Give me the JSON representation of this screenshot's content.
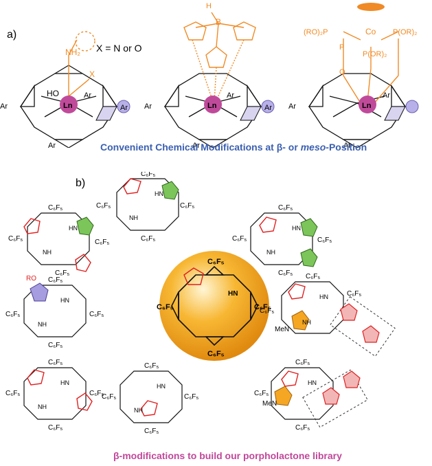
{
  "panel_a": {
    "label": "a)",
    "legend": "X = N or O",
    "caption_prefix": "Convenient Chemical Modifications at ",
    "caption_beta": "β",
    "caption_mid": "- or ",
    "caption_meso": "meso",
    "caption_suffix": "-Position",
    "structures": [
      {
        "metal": "Ln",
        "ar": "Ar",
        "ho": "HO",
        "x": "X",
        "nh2": "NH₂"
      },
      {
        "metal": "Ln",
        "ar": "Ar",
        "h": "H",
        "b": "B"
      },
      {
        "metal": "Ln",
        "ar": "Ar",
        "co": "Co",
        "p": "P",
        "por2": "P(OR)₂",
        "rop2": "(RO)₂P",
        "o": "O"
      }
    ]
  },
  "panel_b": {
    "label": "b)",
    "substituent": "C₆F₅",
    "nh": "HN",
    "nh2": "NH",
    "ro": "RO",
    "men": "MeN",
    "caption": "β-modifications to build our porpholactone library"
  },
  "colors": {
    "orange": "#f08a24",
    "red": "#e02020",
    "green": "#5aa83a",
    "purple": "#8a7fc8",
    "metal": "#c04a9a",
    "blue_caption": "#3a5fb0",
    "pink_caption": "#c0479a",
    "sphere": "#f5a623"
  }
}
